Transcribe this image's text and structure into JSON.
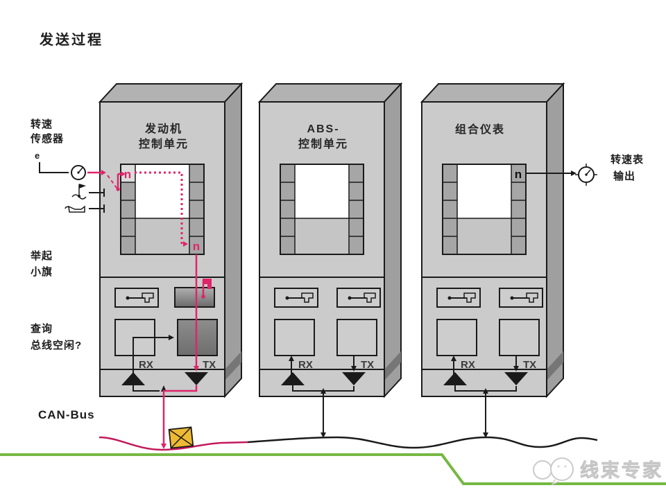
{
  "page": {
    "title": "发送过程"
  },
  "colors": {
    "accent_pink": "#e0246a",
    "bus_wave_pink": "#c2185b",
    "baseline_green": "#76b843",
    "envelope_yellow": "#eeb933",
    "box_face_gray": "#cbcbcb"
  },
  "left_panel": {
    "sensor_label_line1": "转速",
    "sensor_label_line2": "传感器",
    "sensor_sub_label": "e",
    "flag_note_line1": "举起",
    "flag_note_line2": "小旗",
    "query_note_line1": "查询",
    "query_note_line2": "总线空闲?",
    "bus_label": "CAN-Bus"
  },
  "units": [
    {
      "title_line1": "发动机",
      "title_line2": "控制单元",
      "rx": "RX",
      "tx": "TX",
      "flag_in": "n",
      "flag_out": "n"
    },
    {
      "title_line1": "ABS-",
      "title_line2": "控制单元",
      "rx": "RX",
      "tx": "TX"
    },
    {
      "title_line1": "组合仪表",
      "rx": "RX",
      "tx": "TX",
      "flag": "n"
    }
  ],
  "output": {
    "label_line1": "转速表",
    "label_line2": "输出"
  },
  "watermark": {
    "text": "线束专家"
  }
}
